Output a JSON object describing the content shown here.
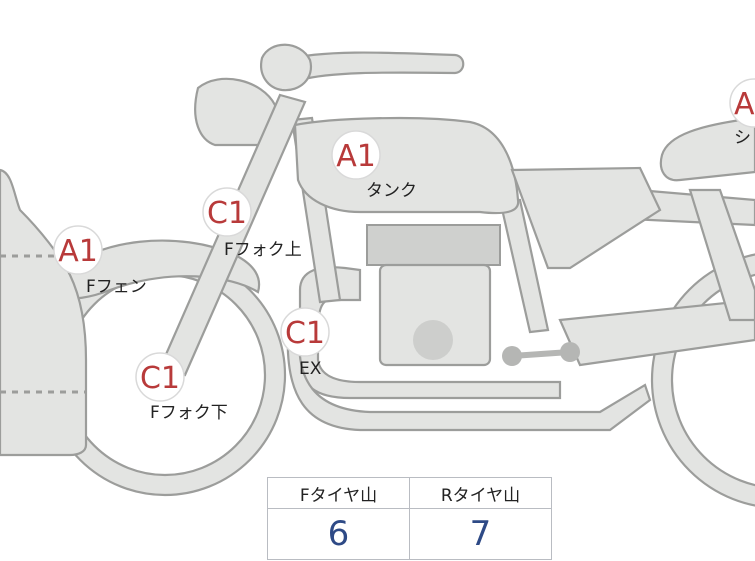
{
  "parts": [
    {
      "id": "fender-front",
      "grade": "A1",
      "label": "Fフェン"
    },
    {
      "id": "fork-upper",
      "grade": "C1",
      "label": "Fフォク上"
    },
    {
      "id": "fork-lower",
      "grade": "C1",
      "label": "Fフォク下"
    },
    {
      "id": "tank",
      "grade": "A1",
      "label": "タンク"
    },
    {
      "id": "exhaust",
      "grade": "C1",
      "label": "EX"
    },
    {
      "id": "seat",
      "grade": "A",
      "label": "シ"
    }
  ],
  "tire_table": {
    "headers": [
      "Fタイヤ山",
      "Rタイヤ山"
    ],
    "values": [
      "6",
      "7"
    ]
  },
  "colors": {
    "body_fill": "#e3e4e2",
    "outline": "#9c9d9b",
    "grade_text": "#b83a3a",
    "value_text": "#2e4a86"
  }
}
